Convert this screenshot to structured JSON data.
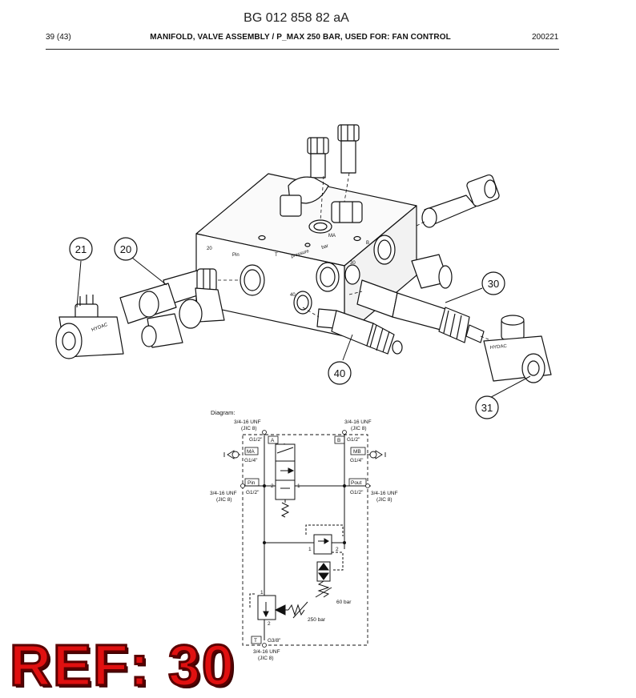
{
  "header": {
    "doc_number": "BG 012 858 82 aA",
    "page": "39 (43)",
    "title": "MANIFOLD, VALVE ASSEMBLY / P_MAX 250 BAR, USED FOR: FAN CONTROL",
    "date": "200221"
  },
  "callouts": [
    "21",
    "20",
    "30",
    "40",
    "31"
  ],
  "block_markings": {
    "port_20": "20",
    "port_pin": "Pin",
    "port_t": "T",
    "port_ma": "MA",
    "port_40": "40",
    "port_30": "30",
    "port_b": "B",
    "pressure": "pressure",
    "bar": "bar"
  },
  "coil_brand": "HYDAC",
  "diagram": {
    "label": "Diagram:",
    "top_left_thread": "3/4-16 UNF",
    "top_left_jic": "(JIC 8)",
    "top_right_thread": "3/4-16 UNF",
    "top_right_jic": "(JIC 8)",
    "port_a": "A",
    "port_a_thread": "G1/2\"",
    "port_b": "B",
    "port_b_thread": "G1/2\"",
    "port_ma": "MA",
    "port_ma_thread": "G1/4\"",
    "port_mb": "MB",
    "port_mb_thread": "G1/4\"",
    "port_pin": "Pin",
    "port_pin_thread": "G1/2\"",
    "port_pout": "Pout",
    "port_pout_thread": "G1/2\"",
    "left_thread": "3/4-16 UNF",
    "left_jic": "(JIC 8)",
    "right_thread": "3/4-16 UNF",
    "right_jic": "(JIC 8)",
    "valve_port_2": "2",
    "valve_port_1": "1",
    "relief_port_1": "1",
    "relief_port_2": "2",
    "relief_setting": "60 bar",
    "main_relief_setting": "250 bar",
    "main_port_1": "1",
    "main_port_2": "2",
    "port_t": "T",
    "port_t_thread": "G3/8\"",
    "bottom_thread": "3/4-16 UNF",
    "bottom_jic": "(JIC 8)"
  },
  "ref_label": "REF: 30",
  "colors": {
    "ref_red": "#e01010",
    "ink": "#111111"
  }
}
